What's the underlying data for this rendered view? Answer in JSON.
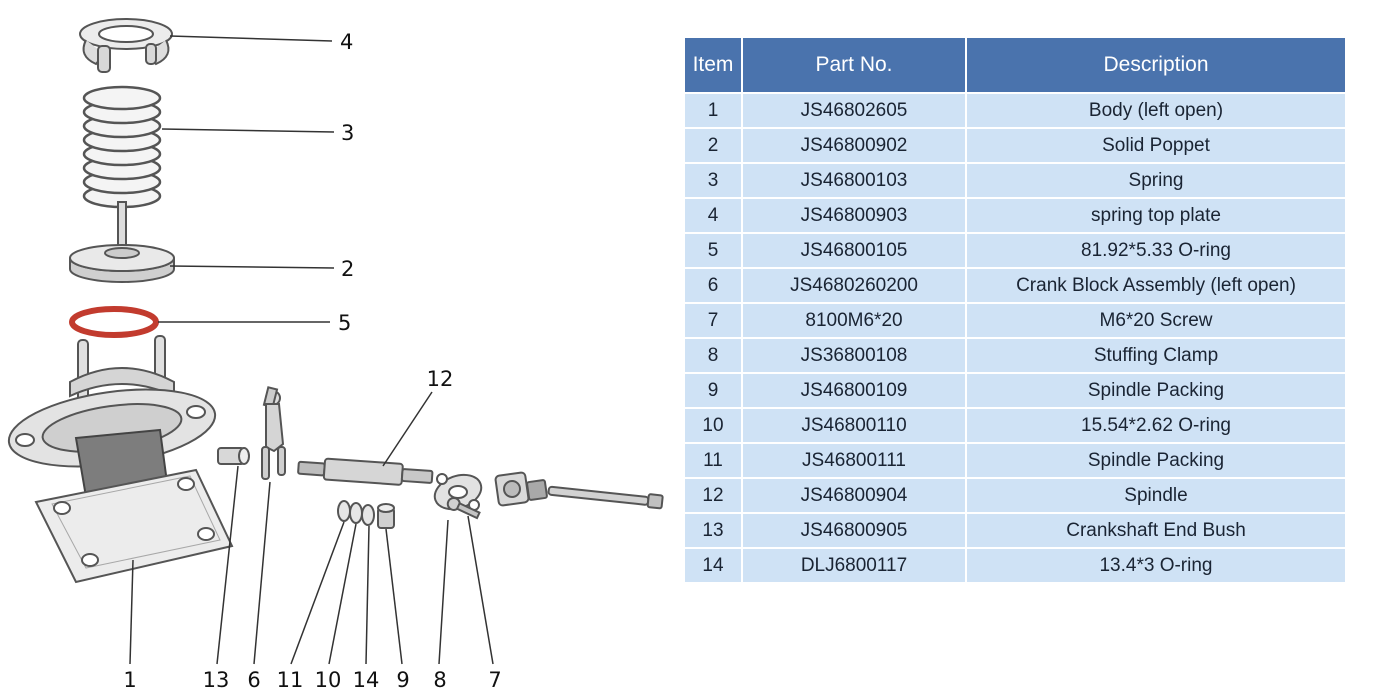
{
  "colors": {
    "table_header_bg": "#4a73ad",
    "table_row_bg": "#cfe2f5",
    "oring_red": "#c23b2e",
    "line_color": "#333333"
  },
  "table": {
    "headers": {
      "item": "Item",
      "part_no": "Part No.",
      "description": "Description"
    },
    "rows": [
      {
        "item": "1",
        "part_no": "JS46802605",
        "description": "Body (left open)"
      },
      {
        "item": "2",
        "part_no": "JS46800902",
        "description": "Solid Poppet"
      },
      {
        "item": "3",
        "part_no": "JS46800103",
        "description": "Spring"
      },
      {
        "item": "4",
        "part_no": "JS46800903",
        "description": "spring top plate"
      },
      {
        "item": "5",
        "part_no": "JS46800105",
        "description": "81.92*5.33 O-ring"
      },
      {
        "item": "6",
        "part_no": "JS4680260200",
        "description": "Crank Block Assembly (left open)"
      },
      {
        "item": "7",
        "part_no": "8100M6*20",
        "description": "M6*20 Screw"
      },
      {
        "item": "8",
        "part_no": "JS36800108",
        "description": "Stuffing Clamp"
      },
      {
        "item": "9",
        "part_no": "JS46800109",
        "description": "Spindle Packing"
      },
      {
        "item": "10",
        "part_no": "JS46800110",
        "description": "15.54*2.62 O-ring"
      },
      {
        "item": "11",
        "part_no": "JS46800111",
        "description": "Spindle Packing"
      },
      {
        "item": "12",
        "part_no": "JS46800904",
        "description": "Spindle"
      },
      {
        "item": "13",
        "part_no": "JS46800905",
        "description": "Crankshaft End Bush"
      },
      {
        "item": "14",
        "part_no": "DLJ6800117",
        "description": "13.4*3 O-ring"
      }
    ]
  },
  "diagram": {
    "callouts": {
      "n4": "4",
      "n3": "3",
      "n2": "2",
      "n5": "5",
      "n12": "12",
      "n1": "1",
      "n13": "13",
      "n6": "6",
      "n11": "11",
      "n10": "10",
      "n14": "14",
      "n9": "9",
      "n8": "8",
      "n7": "7"
    }
  }
}
